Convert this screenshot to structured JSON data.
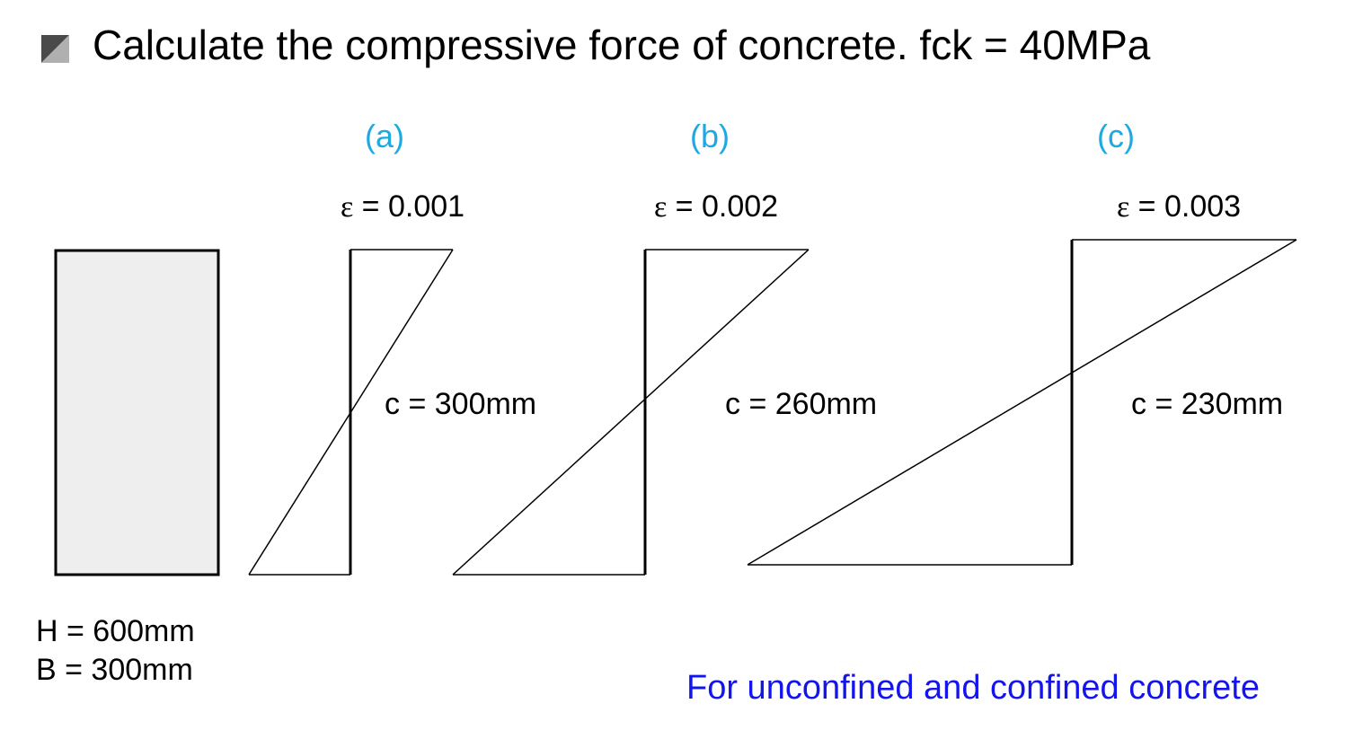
{
  "title": "Calculate the compressive force of concrete. fck = 40MPa",
  "cases": [
    {
      "label": "(a)",
      "strain_symbol": "ε",
      "strain_value": " = 0.001",
      "neutral_axis": "c = 300mm"
    },
    {
      "label": "(b)",
      "strain_symbol": "ε",
      "strain_value": " = 0.002",
      "neutral_axis": "c = 260mm"
    },
    {
      "label": "(c)",
      "strain_symbol": "ε",
      "strain_value": " = 0.003",
      "neutral_axis": "c = 230mm"
    }
  ],
  "section": {
    "height": "H = 600mm",
    "width": "B = 300mm",
    "fill_color": "#eeeeee"
  },
  "note": "For unconfined and confined concrete",
  "colors": {
    "case_label": "#1fa9e1",
    "note": "#1414ee",
    "bullet_dark": "#4a4a4a",
    "bullet_light": "#b0b0b0"
  },
  "icons": {
    "bullet": "square-bullet-icon"
  }
}
